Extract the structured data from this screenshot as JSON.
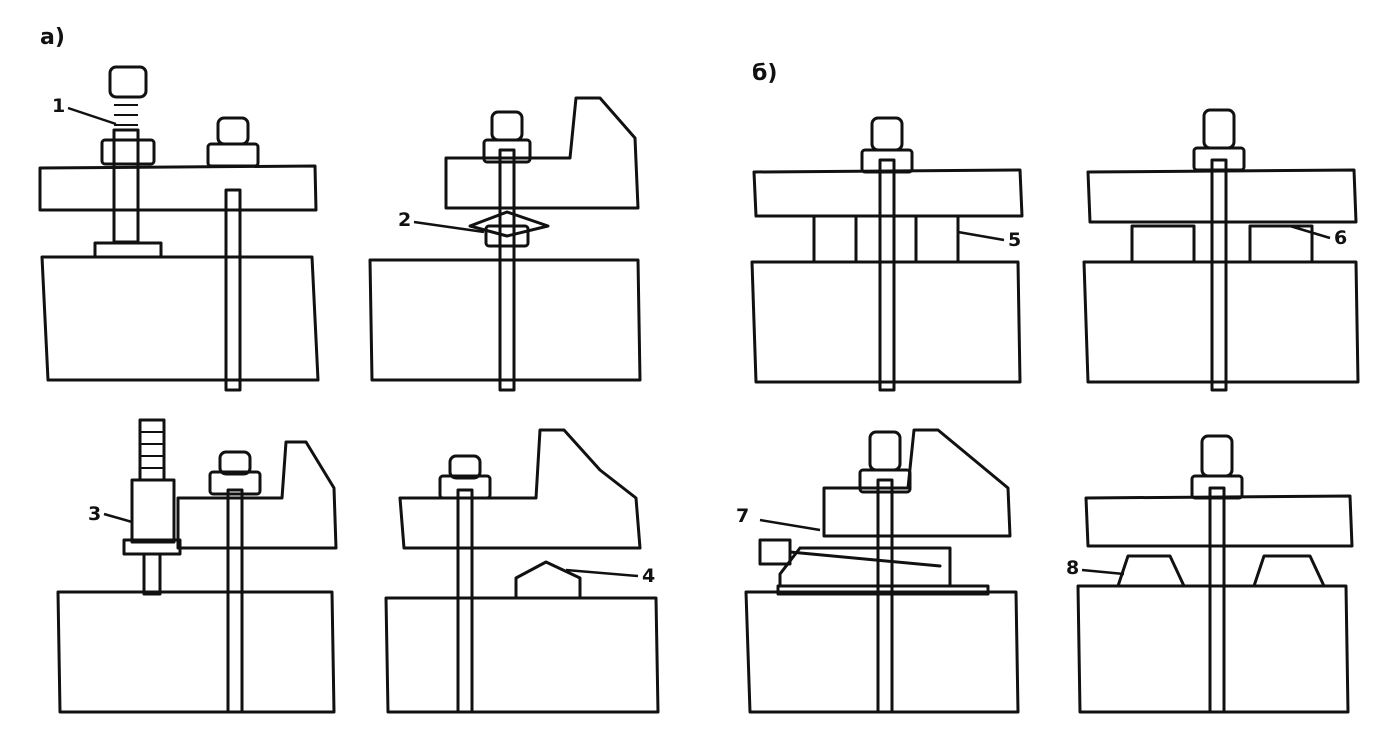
{
  "sections": {
    "a": "а)",
    "b": "б)"
  },
  "callouts": [
    "1",
    "2",
    "3",
    "4",
    "5",
    "6",
    "7",
    "8"
  ],
  "colors": {
    "ink": "#111111",
    "paper": "#ffffff"
  }
}
